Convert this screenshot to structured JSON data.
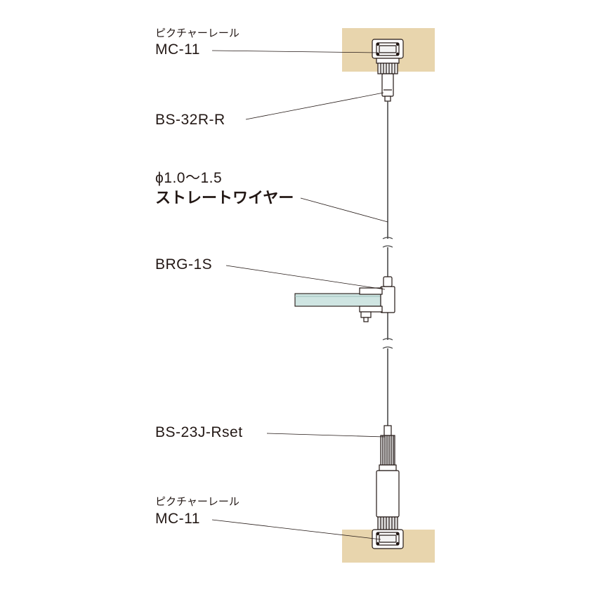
{
  "labels": {
    "rail_top_caption": "ピクチャーレール",
    "rail_top_model": "MC-11",
    "bs32": "BS-32R-R",
    "wire_diameter": "ϕ1.0〜1.5",
    "wire_type": "ストレートワイヤー",
    "brg": "BRG-1S",
    "bs23": "BS-23J-Rset",
    "rail_bottom_caption": "ピクチャーレール",
    "rail_bottom_model": "MC-11"
  },
  "colors": {
    "wood": "#e8d5ad",
    "line": "#231815",
    "glass": "#cfe5e2",
    "wire": "#4a4a4a"
  }
}
